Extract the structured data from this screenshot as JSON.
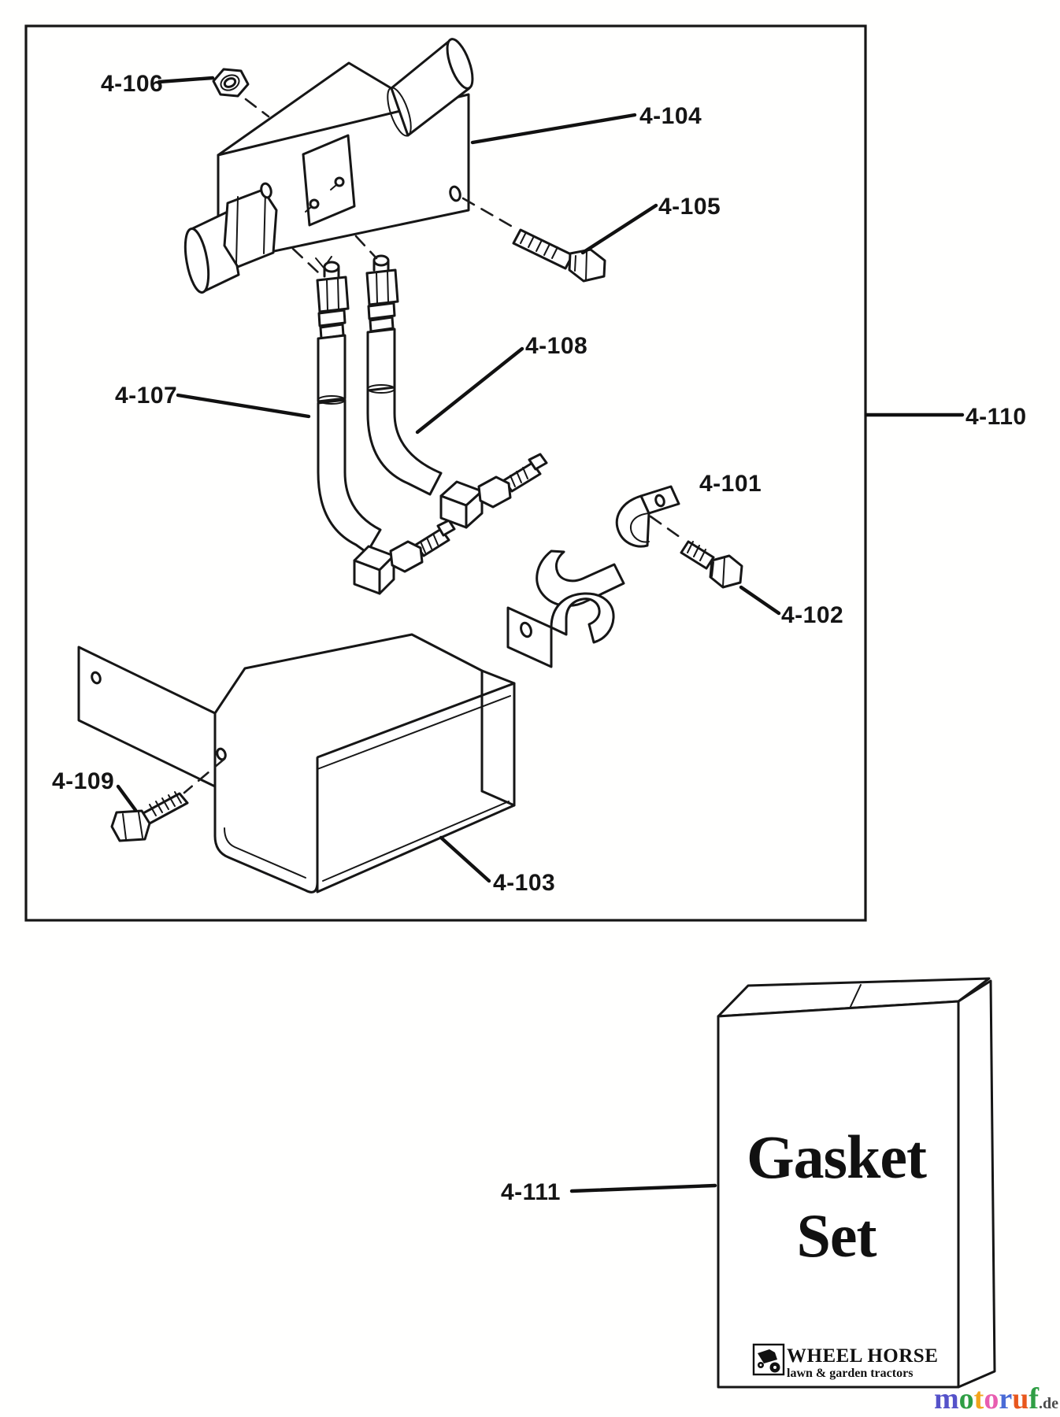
{
  "diagram": {
    "callouts": [
      {
        "id": "4-106",
        "text": "4-106"
      },
      {
        "id": "4-104",
        "text": "4-104"
      },
      {
        "id": "4-105",
        "text": "4-105"
      },
      {
        "id": "4-107",
        "text": "4-107"
      },
      {
        "id": "4-108",
        "text": "4-108"
      },
      {
        "id": "4-101",
        "text": "4-101"
      },
      {
        "id": "4-110",
        "text": "4-110"
      },
      {
        "id": "4-102",
        "text": "4-102"
      },
      {
        "id": "4-109",
        "text": "4-109"
      },
      {
        "id": "4-103",
        "text": "4-103"
      },
      {
        "id": "4-111",
        "text": "4-111"
      }
    ],
    "gasket_box": {
      "title_line1": "Gasket",
      "title_line2": "Set"
    },
    "brand": {
      "name": "WHEEL HORSE",
      "tagline": "lawn & garden tractors"
    },
    "watermark": {
      "letters": [
        {
          "ch": "m",
          "color": "#5552c9"
        },
        {
          "ch": "o",
          "color": "#2f9e44"
        },
        {
          "ch": "t",
          "color": "#f2a41c"
        },
        {
          "ch": "o",
          "color": "#e85db0"
        },
        {
          "ch": "r",
          "color": "#4a6bd6"
        },
        {
          "ch": "u",
          "color": "#e8571d"
        },
        {
          "ch": "f",
          "color": "#2f9e44"
        }
      ],
      "suffix": ".de",
      "suffix_color": "#4b4b4b"
    },
    "ink_color": "#161616"
  }
}
